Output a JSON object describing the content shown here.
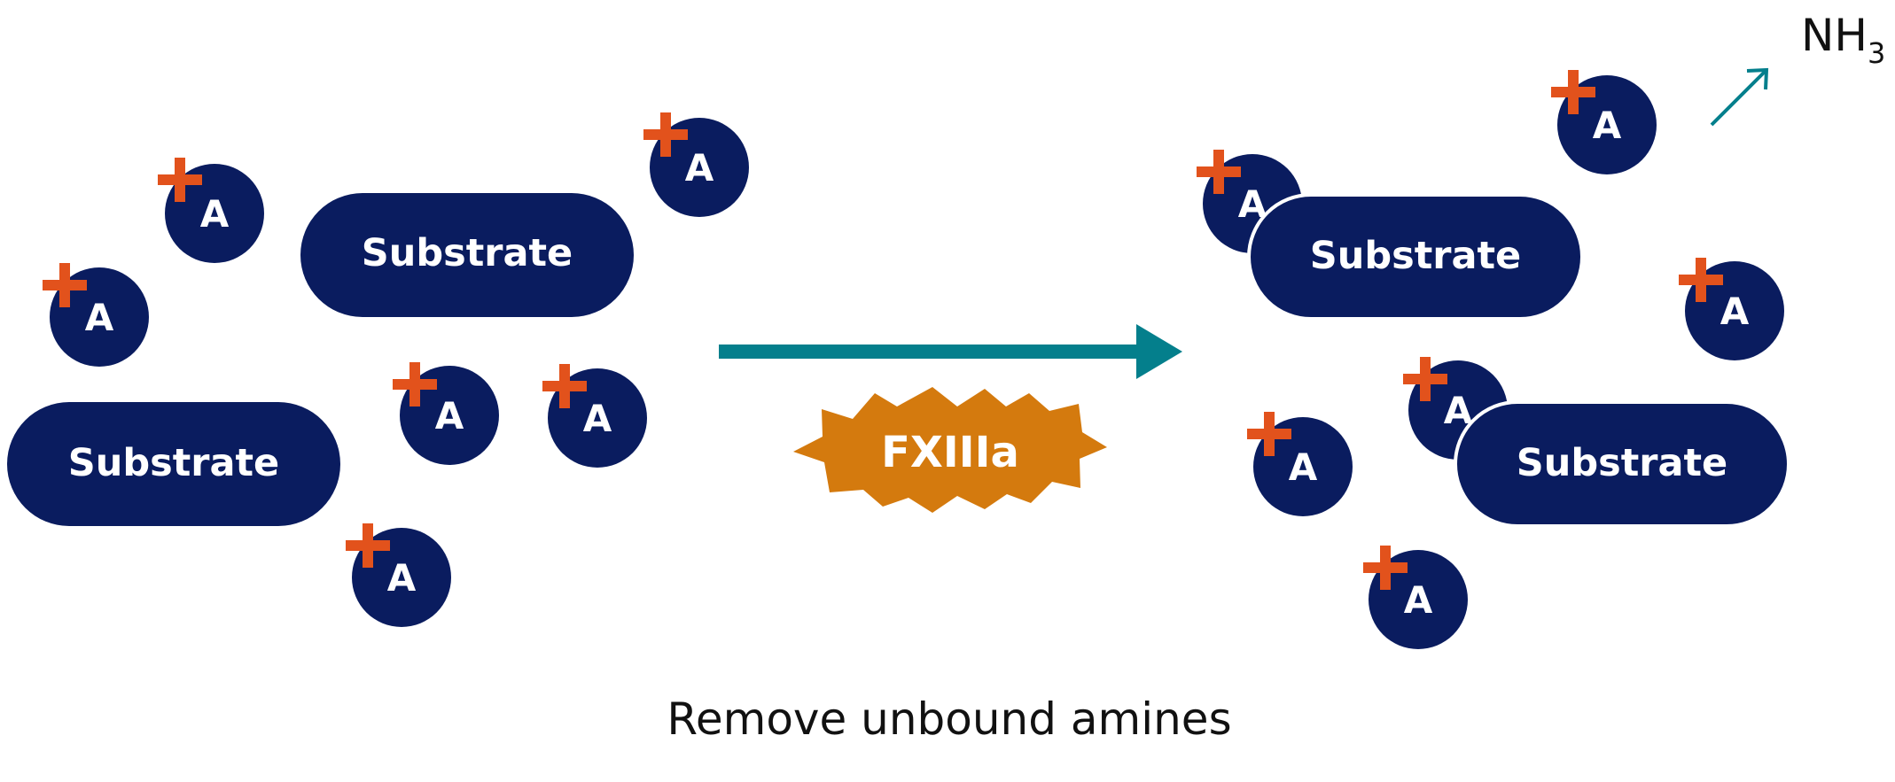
{
  "colors": {
    "navy": "#0a1c5f",
    "plus": "#e2521c",
    "teal": "#047f8c",
    "enzyme": "#d47a0e",
    "text_dark": "#111111"
  },
  "labels": {
    "substrate": "Substrate",
    "amine": "A",
    "enzyme": "FXIIIa",
    "caption": "Remove unbound amines",
    "nh3_main": "NH",
    "nh3_sub": "3"
  },
  "icons": {
    "plus": "plus-icon",
    "reaction_arrow": "right-arrow-icon",
    "release_arrow": "diagonal-arrow-icon"
  }
}
